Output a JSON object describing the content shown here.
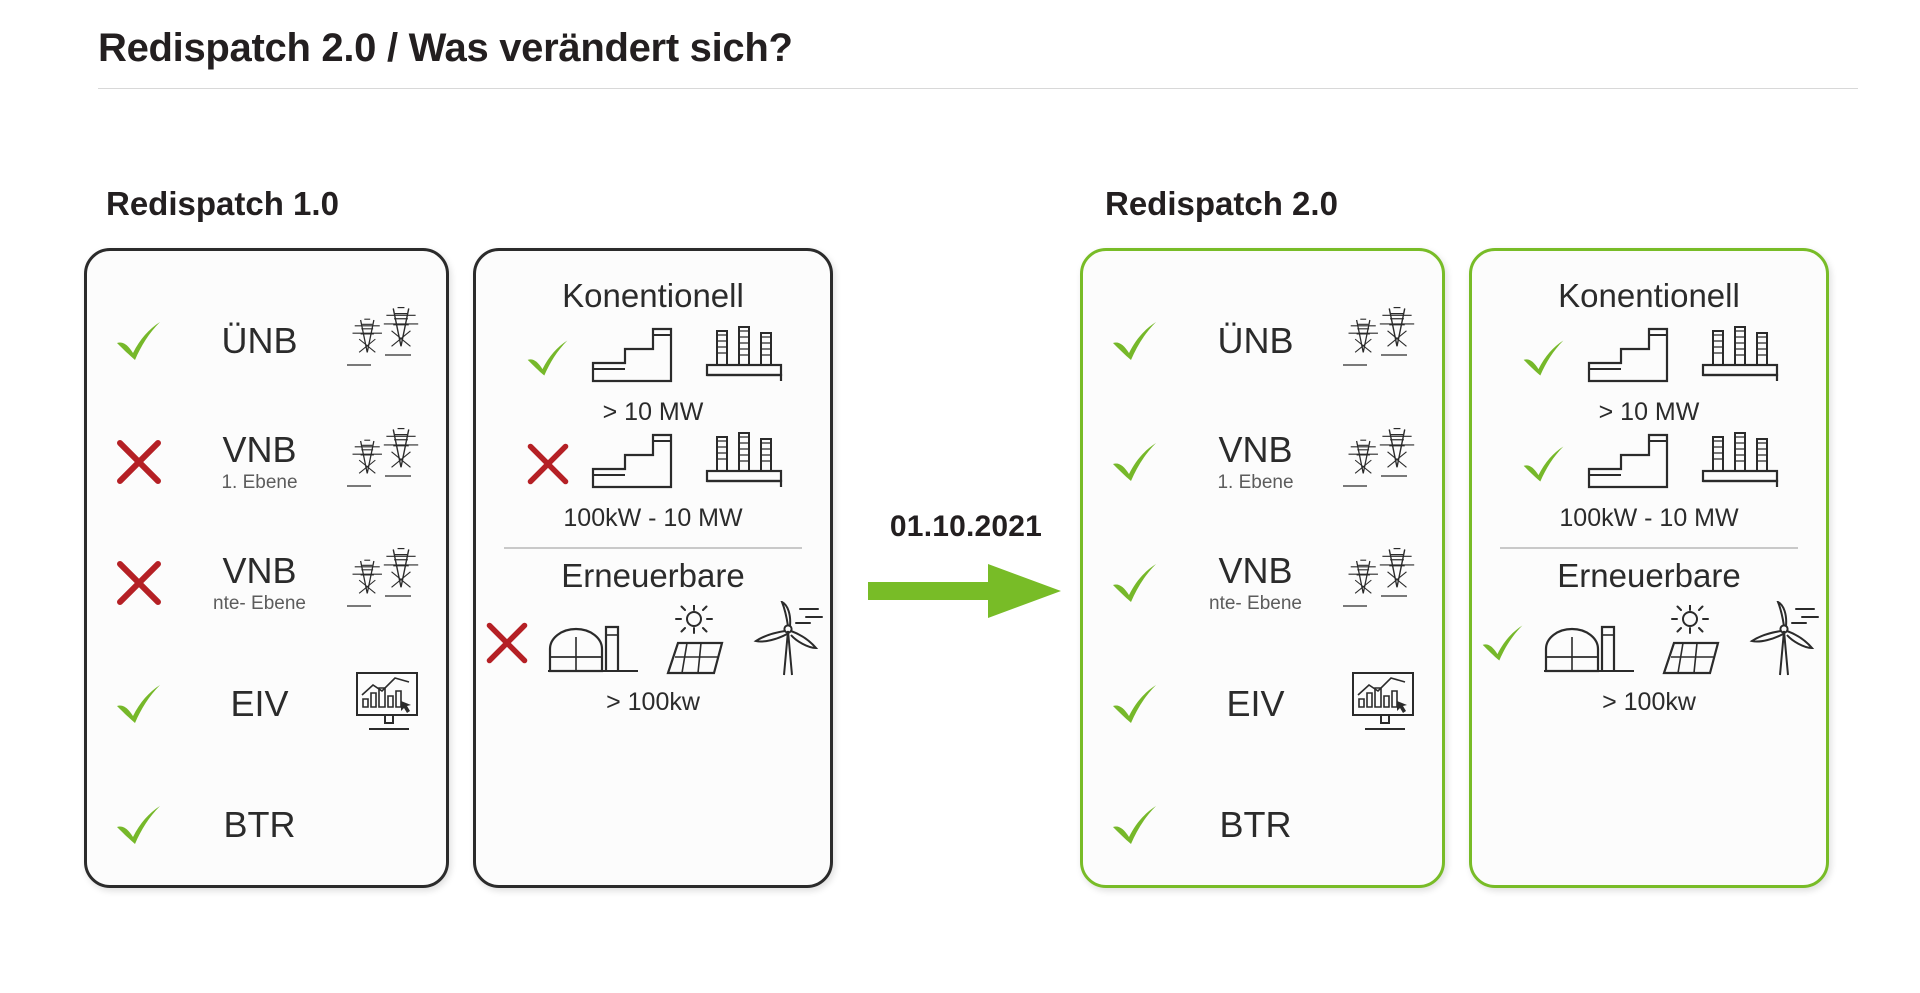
{
  "header": {
    "title": "Redispatch 2.0 / Was verändert sich?"
  },
  "colors": {
    "green": "#78bc27",
    "check_green": "#76b82a",
    "red": "#b52025",
    "dark": "#2b2b2b",
    "card_border_dark": "#2b2b2b",
    "card_border_green": "#78bc27",
    "rule": "#d8d8d8"
  },
  "left_group": {
    "label": "Redispatch 1.0",
    "actors_card": {
      "rows": [
        {
          "mark": "check",
          "name": "ÜNB",
          "sub": "",
          "icon": "power-pylons-icon"
        },
        {
          "mark": "cross",
          "name": "VNB",
          "sub": "1. Ebene",
          "icon": "power-pylons-icon"
        },
        {
          "mark": "cross",
          "name": "VNB",
          "sub": "nte- Ebene",
          "icon": "power-pylons-icon"
        },
        {
          "mark": "check",
          "name": "EIV",
          "sub": "",
          "icon": "monitor-chart-icon"
        },
        {
          "mark": "check",
          "name": "BTR",
          "sub": "",
          "icon": ""
        }
      ]
    },
    "generation_card": {
      "conventional_title": "Konentionell",
      "conventional_rows": [
        {
          "mark": "check",
          "caption": "> 10 MW",
          "icons": [
            "factory-icon",
            "power-plant-icon"
          ]
        },
        {
          "mark": "cross",
          "caption": "100kW - 10 MW",
          "icons": [
            "factory-icon",
            "power-plant-icon"
          ]
        }
      ],
      "renewable_title": "Erneuerbare",
      "renewable_rows": [
        {
          "mark": "cross",
          "caption": "> 100kw",
          "icons": [
            "biogas-icon",
            "solar-panel-icon",
            "wind-turbine-icon"
          ]
        }
      ]
    }
  },
  "transition": {
    "date": "01.10.2021",
    "arrow": "arrow-right-icon"
  },
  "right_group": {
    "label": "Redispatch 2.0",
    "actors_card": {
      "rows": [
        {
          "mark": "check",
          "name": "ÜNB",
          "sub": "",
          "icon": "power-pylons-icon"
        },
        {
          "mark": "check",
          "name": "VNB",
          "sub": "1. Ebene",
          "icon": "power-pylons-icon"
        },
        {
          "mark": "check",
          "name": "VNB",
          "sub": "nte- Ebene",
          "icon": "power-pylons-icon"
        },
        {
          "mark": "check",
          "name": "EIV",
          "sub": "",
          "icon": "monitor-chart-icon"
        },
        {
          "mark": "check",
          "name": "BTR",
          "sub": "",
          "icon": ""
        }
      ]
    },
    "generation_card": {
      "conventional_title": "Konentionell",
      "conventional_rows": [
        {
          "mark": "check",
          "caption": "> 10 MW",
          "icons": [
            "factory-icon",
            "power-plant-icon"
          ]
        },
        {
          "mark": "check",
          "caption": "100kW - 10 MW",
          "icons": [
            "factory-icon",
            "power-plant-icon"
          ]
        }
      ],
      "renewable_title": "Erneuerbare",
      "renewable_rows": [
        {
          "mark": "check",
          "caption": "> 100kw",
          "icons": [
            "biogas-icon",
            "solar-panel-icon",
            "wind-turbine-icon"
          ]
        }
      ]
    }
  }
}
